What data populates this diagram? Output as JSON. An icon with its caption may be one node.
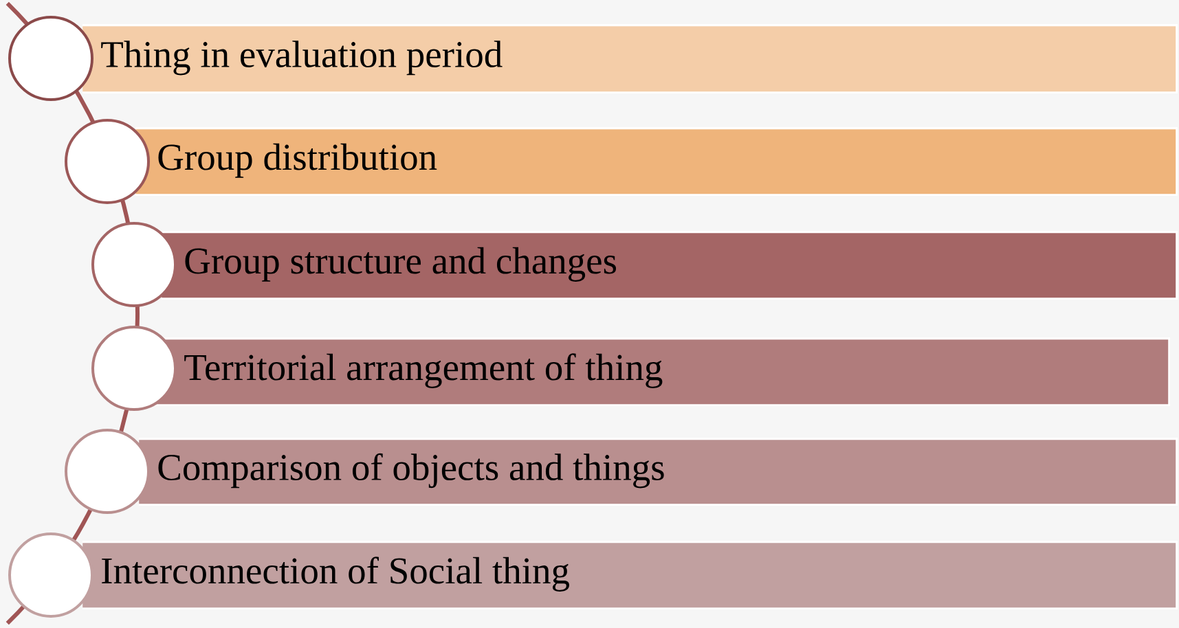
{
  "diagram": {
    "nodes": [
      {
        "text": [
          "Thing in evaluation period"
        ]
      },
      {
        "text": [
          "Group distribution"
        ]
      },
      {
        "text": [
          "Group structure and changes"
        ]
      },
      {
        "text": [
          "Territorial arrangement of thing"
        ]
      },
      {
        "text": [
          "Comparison of objects and things"
        ]
      },
      {
        "text": [
          "Interconnection of Social thing"
        ]
      },
      {
        "text": [],
        "shape": "circle"
      },
      {
        "text": [],
        "shape": "circle"
      },
      {
        "text": [],
        "shape": "circle"
      },
      {
        "text": [],
        "shape": "circle"
      },
      {
        "text": [],
        "shape": "circle"
      },
      {
        "text": [],
        "shape": "circle"
      }
    ]
  }
}
